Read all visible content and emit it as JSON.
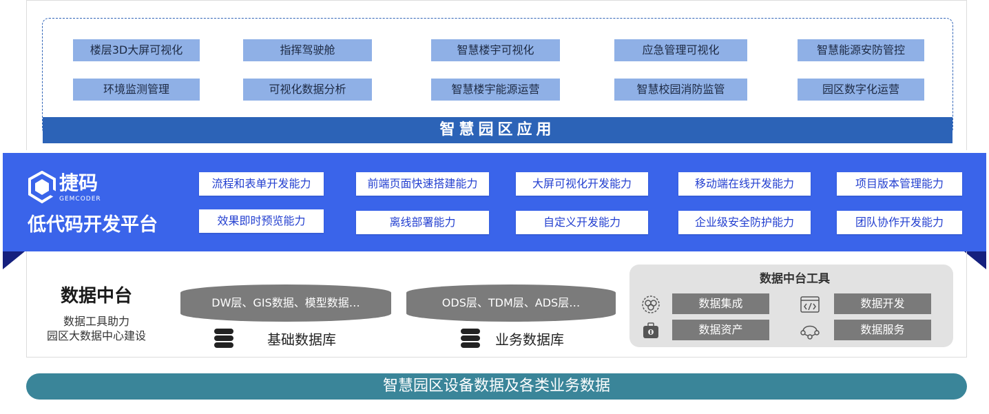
{
  "apps": {
    "items": [
      "楼层3D大屏可视化",
      "指挥驾驶舱",
      "智慧楼宇可视化",
      "应急管理可视化",
      "智慧能源安防管控",
      "环境监测管理",
      "可视化数据分析",
      "智慧楼宇能源运营",
      "智慧校园消防监管",
      "园区数字化运营"
    ],
    "band_title": "智慧园区应用"
  },
  "lowcode": {
    "logo_cn": "捷码",
    "logo_en": "GEMCODER",
    "title": "低代码开发平台",
    "capabilities": [
      "流程和表单开发能力",
      "前端页面快速搭建能力",
      "大屏可视化开发能力",
      "移动端在线开发能力",
      "项目版本管理能力",
      "效果即时预览能力",
      "离线部署能力",
      "自定义开发能力",
      "企业级安全防护能力",
      "团队协作开发能力"
    ]
  },
  "data_platform": {
    "title": "数据中台",
    "subtitle_line1": "数据工具助力",
    "subtitle_line2": "园区大数据中心建设",
    "databases": [
      {
        "pill": "DW层、GIS数据、模型数据…",
        "label": "基础数据库"
      },
      {
        "pill": "ODS层、TDM层、ADS层…",
        "label": "业务数据库"
      }
    ],
    "tools": {
      "title": "数据中台工具",
      "items": [
        {
          "icon": "data-integration-icon",
          "label": "数据集成"
        },
        {
          "icon": "code-dev-icon",
          "label": "数据开发"
        },
        {
          "icon": "data-asset-icon",
          "label": "数据资产"
        },
        {
          "icon": "data-service-icon",
          "label": "数据服务"
        }
      ]
    }
  },
  "bottom_bar": "智慧园区设备数据及各类业务数据",
  "colors": {
    "app_box": "#8fb0e6",
    "app_band": "#2c63b7",
    "lowcode_band": "#3a64ea",
    "capability_text": "#2440d0",
    "db_pill": "#7b7b7b",
    "tools_panel": "#e2e2e2",
    "bottom_bar": "#3a8599"
  }
}
